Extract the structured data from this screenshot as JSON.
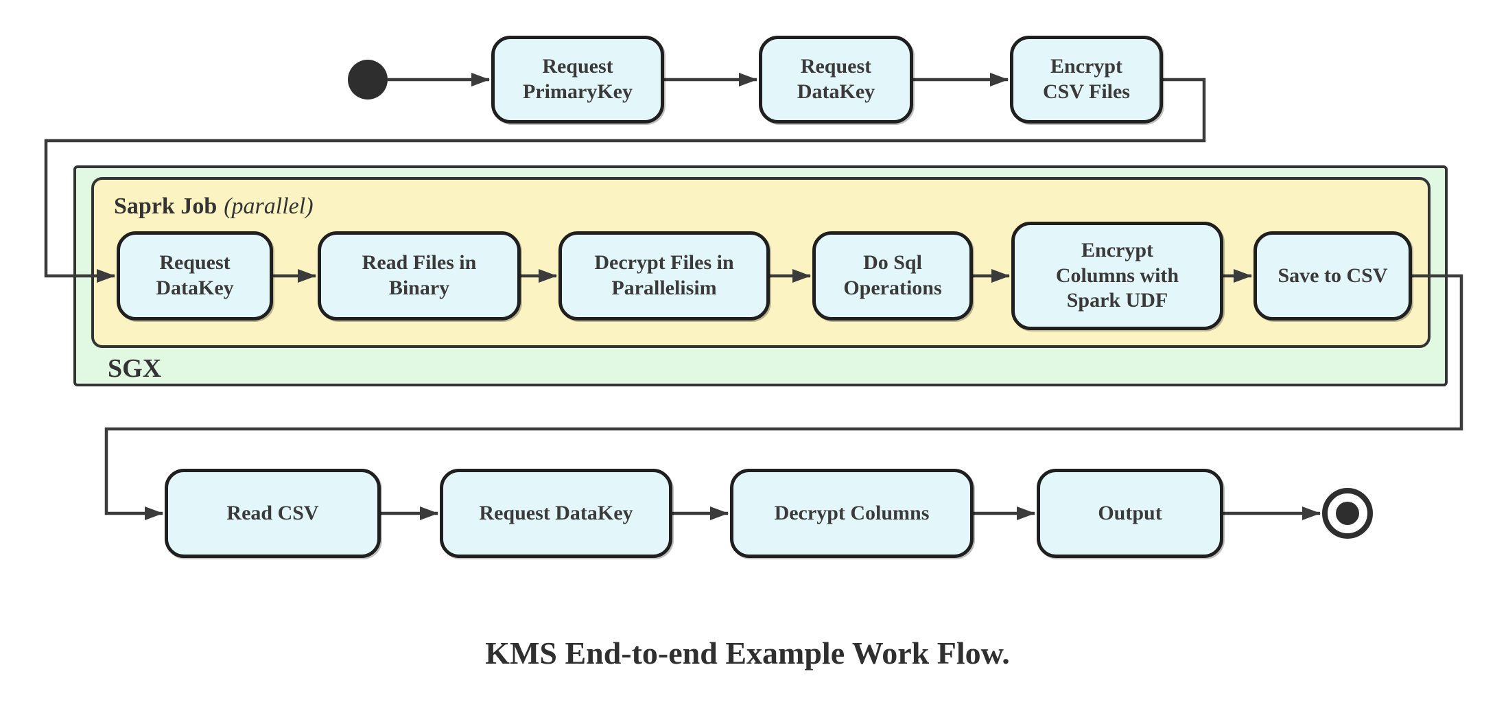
{
  "diagram_caption": "KMS End-to-end Example Work Flow.",
  "containers": {
    "sgx_label": "SGX",
    "spark_job_label": "Saprk Job",
    "spark_job_mode": "(parallel)"
  },
  "nodes": {
    "request_primarykey": "Request\nPrimaryKey",
    "top_request_datakey": "Request\nDataKey",
    "encrypt_csv_files": "Encrypt\nCSV Files",
    "sgx_request_datakey": "Request\nDataKey",
    "read_files_in_binary": "Read Files in\nBinary",
    "decrypt_files_in_parallelisim": "Decrypt Files in\nParallelisim",
    "do_sql_operations": "Do Sql\nOperations",
    "encrypt_columns_with_spark_udf": "Encrypt\nColumns with\nSpark UDF",
    "save_to_csv": "Save to CSV",
    "read_csv": "Read CSV",
    "bottom_request_datakey": "Request DataKey",
    "decrypt_columns": "Decrypt Columns",
    "output": "Output"
  },
  "symbols": {
    "start_state": "initial-state",
    "end_state": "final-state"
  },
  "colors": {
    "node_fill": "#e3f6fa",
    "node_border": "#1f1f1f",
    "sgx_container_fill": "#e1f8e2",
    "spark_container_fill": "#fbf3c1",
    "container_border": "#333333",
    "edge_line": "#3b3b3b",
    "text": "#3a3a3a",
    "background": "#ffffff"
  }
}
